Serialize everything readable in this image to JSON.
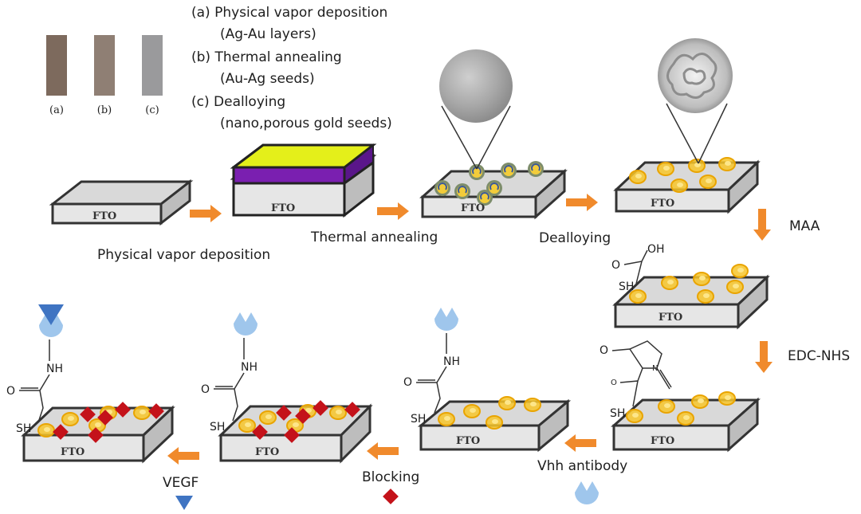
{
  "legend": {
    "swatch_labels": [
      "(a)",
      "(b)",
      "(c)"
    ],
    "swatch_colors": [
      "#7d6a5d",
      "#8f7f74",
      "#9a9a9c"
    ],
    "lines": [
      "(a) Physical vapor deposition",
      "(Ag-Au layers)",
      "(b) Thermal annealing",
      "(Au-Ag seeds)",
      "(c) Dealloying",
      "(nano,porous gold seeds)"
    ]
  },
  "substrate_label": "FTO",
  "steps": {
    "pvd": "Physical vapor deposition",
    "anneal": "Thermal annealing",
    "dealloy": "Dealloying",
    "maa": "MAA",
    "edc": "EDC-NHS",
    "vhh": "Vhh antibody",
    "blocking": "Blocking",
    "vegf": "VEGF"
  },
  "chem": {
    "oh": "OH",
    "o": "O",
    "sh": "SH",
    "nh": "NH",
    "n": "N",
    "o_small": "O"
  },
  "colors": {
    "arrow": "#f08a2c",
    "gold": "#f6c21c",
    "block": "#c4121a",
    "antibody": "#9fc6ec",
    "vegf": "#3f74c2",
    "yellow_layer": "#e4ef1a",
    "purple_layer": "#7a1fb0"
  }
}
